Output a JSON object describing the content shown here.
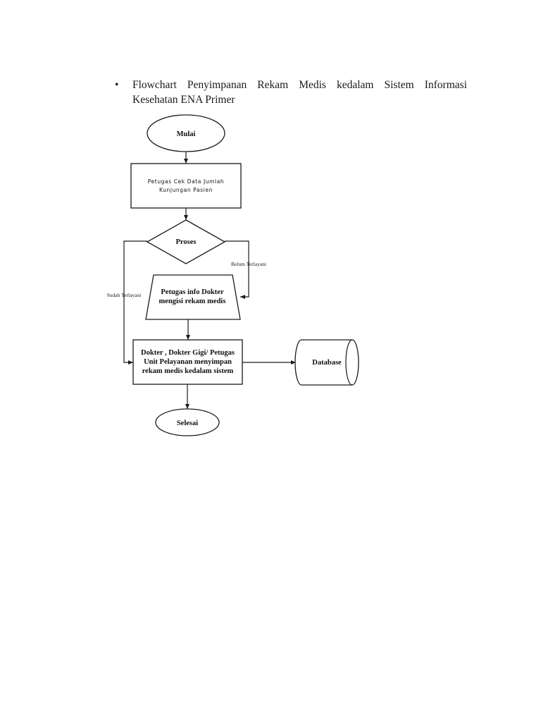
{
  "heading": {
    "bullet": "•",
    "text": "Flowchart Penyimpanan Rekam Medis kedalam Sistem Informasi Kesehatan ENA Primer"
  },
  "flowchart": {
    "start": "Mulai",
    "step_check": [
      "Petugas Cek Data Jumlah",
      "Kunjungan Pasien"
    ],
    "decision": "Proses",
    "branch_not_served": "Belum Terlayani",
    "branch_served": "Sudah Terlayani",
    "manual_step": [
      "Petugas info Dokter",
      "mengisi rekam medis"
    ],
    "process_save": [
      "Dokter , Dokter Gigi/ Petugas",
      "Unit Pelayanan menyimpan",
      "rekam medis kedalam sistem"
    ],
    "database": "Database",
    "end": "Selesai"
  }
}
